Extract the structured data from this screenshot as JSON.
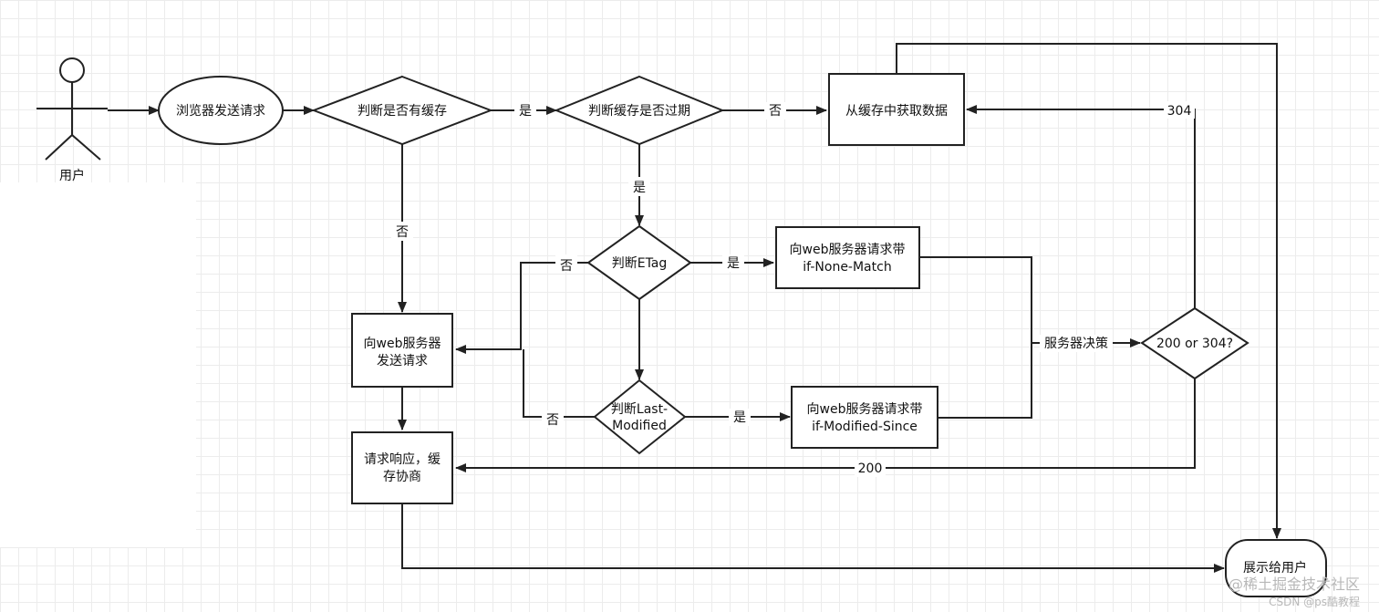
{
  "actor": {
    "label": "用户"
  },
  "nodes": {
    "browser_request": "浏览器发送请求",
    "check_cache": "判断是否有缓存",
    "check_expired": "判断缓存是否过期",
    "get_from_cache": "从缓存中获取数据",
    "check_etag": "判断ETag",
    "request_if_none_match": [
      "向web服务器请求带",
      "if-None-Match"
    ],
    "send_to_server": [
      "向web服务器",
      "发送请求"
    ],
    "check_last_modified": [
      "判断Last-",
      "Modified"
    ],
    "request_if_modified_since": [
      "向web服务器请求带",
      "if-Modified-Since"
    ],
    "response_negotiation": [
      "请求响应，缓",
      "存协商"
    ],
    "status_check": "200 or 304?",
    "show_user": "展示给用户"
  },
  "edge_labels": {
    "has_cache_yes": "是",
    "has_cache_no": "否",
    "expired_no": "否",
    "expired_yes": "是",
    "etag_yes": "是",
    "etag_no": "否",
    "last_modified_yes": "是",
    "last_modified_no": "否",
    "server_decision": "服务器决策",
    "status_304": "304",
    "status_200": "200"
  },
  "watermark": {
    "line1": "@稀土掘金技术社区",
    "line2": "CSDN @ps酷教程"
  },
  "colors": {
    "stroke": "#222222",
    "text": "#111111",
    "grid": "#ececec",
    "watermark": "#b8b8b8"
  }
}
